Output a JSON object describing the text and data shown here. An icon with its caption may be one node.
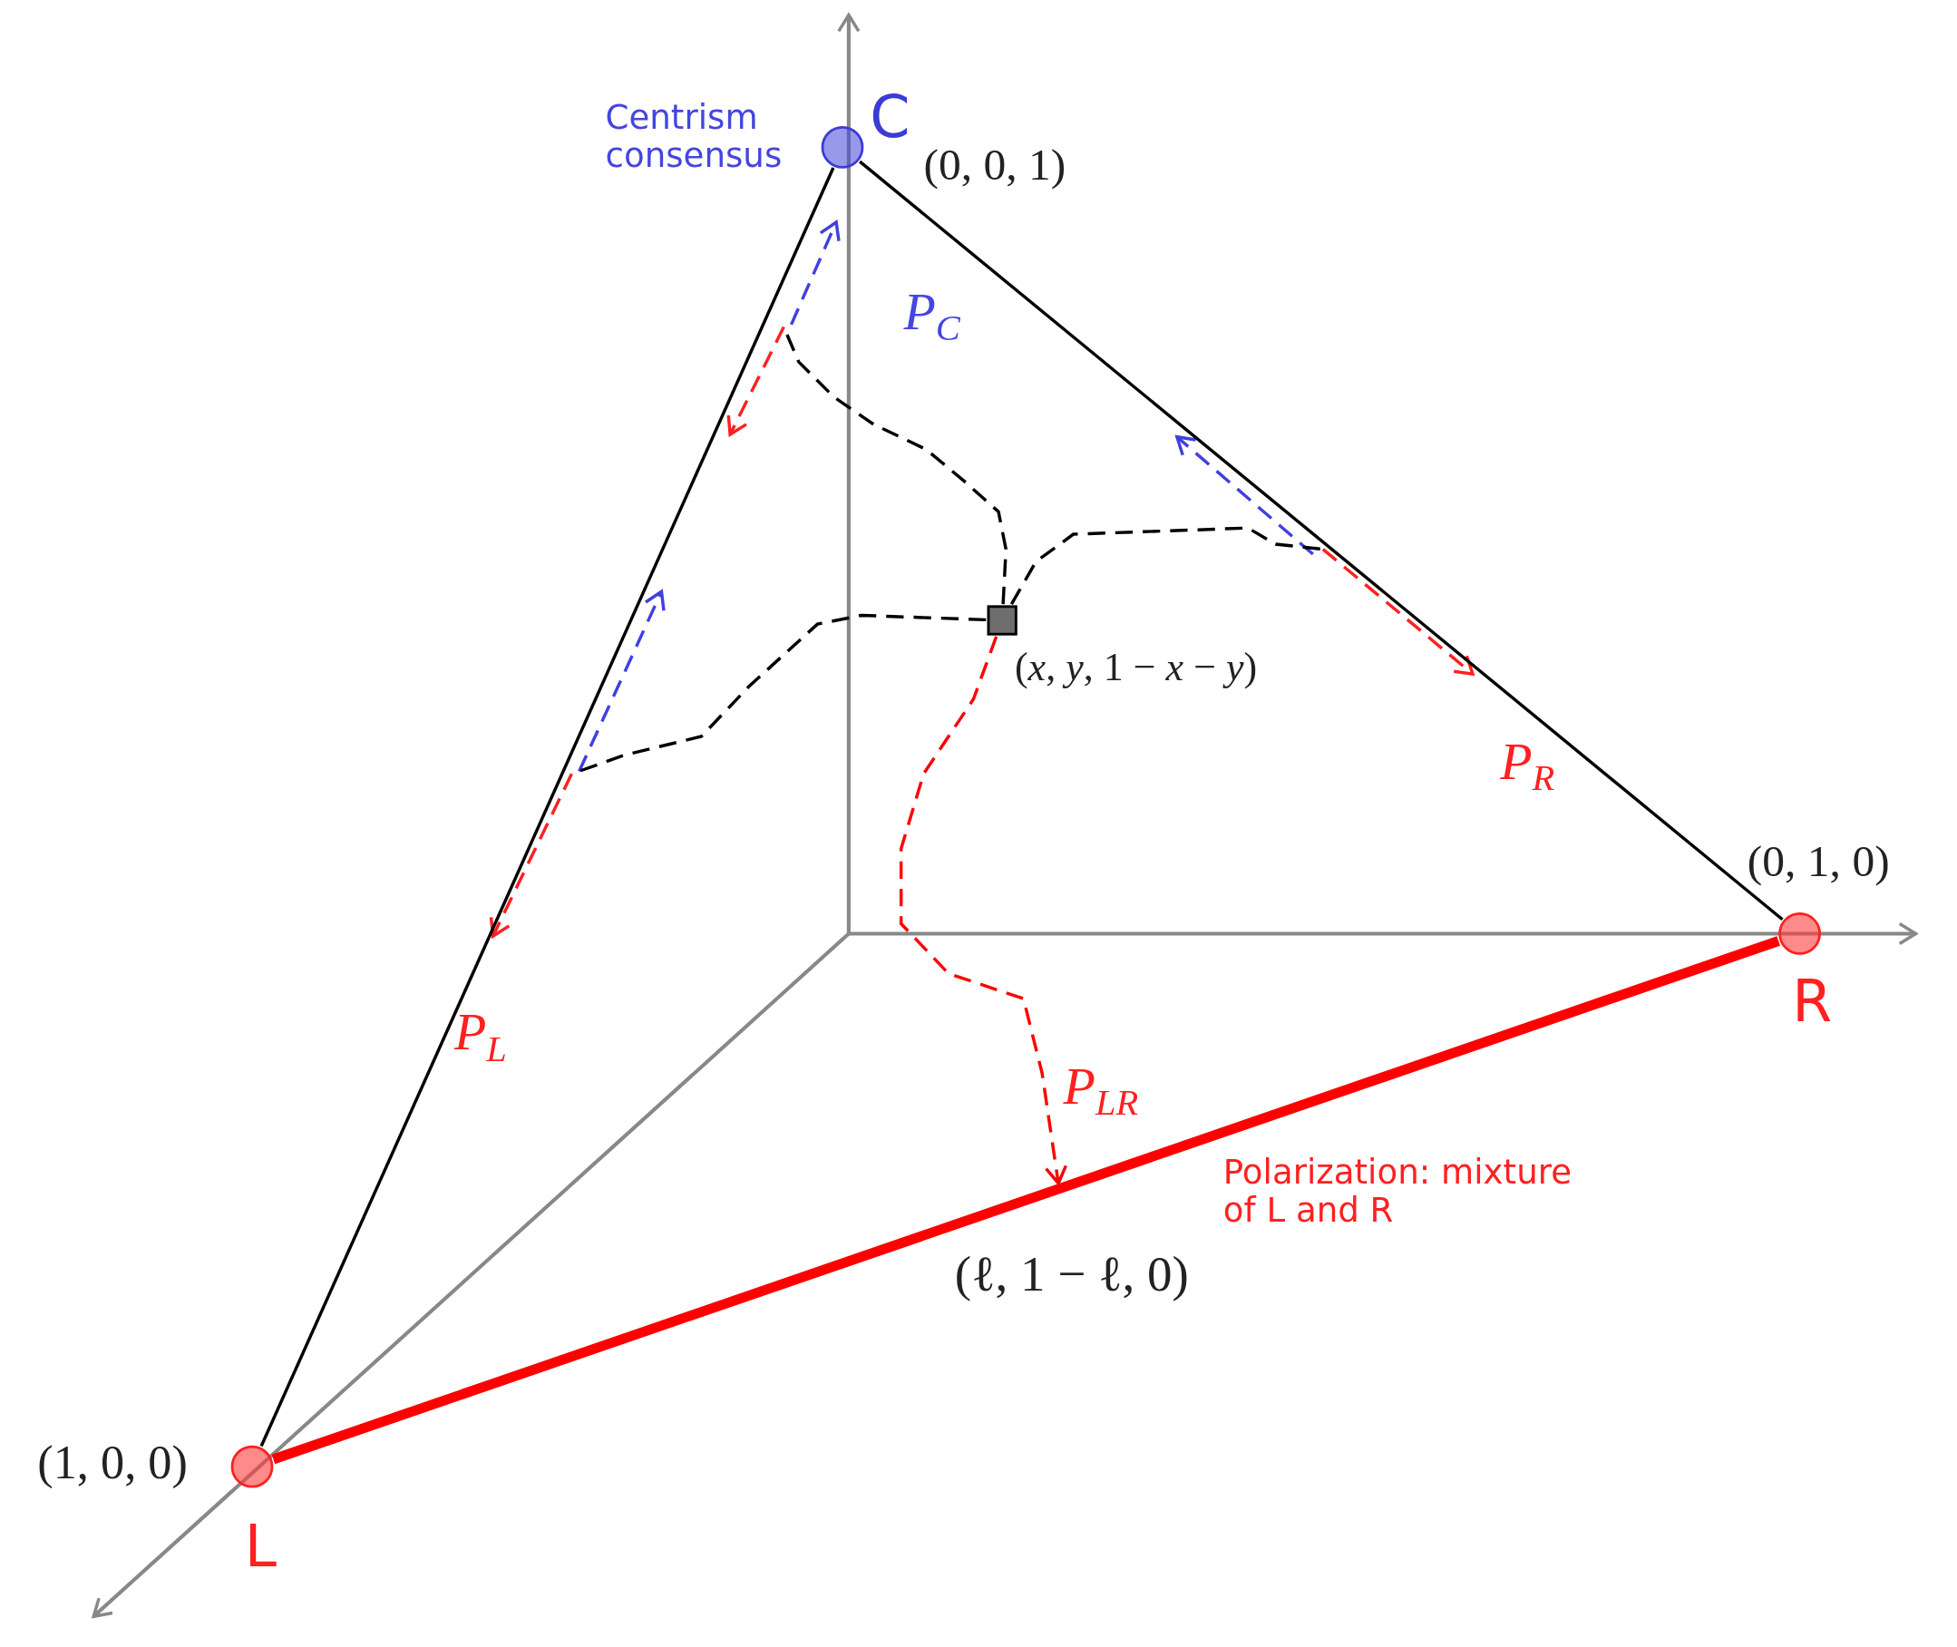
{
  "diagram": {
    "nodes": [
      {
        "text": [],
        "shape": "circle",
        "beside": [
          "Centrism consensus",
          "C",
          "(0, 0, 1)"
        ]
      },
      {
        "text": [],
        "shape": "circle",
        "beside": [
          "(0, 1, 0)",
          "R"
        ]
      },
      {
        "text": [],
        "shape": "circle",
        "beside": [
          "(1, 0, 0)",
          "L"
        ]
      },
      {
        "text": [],
        "shape": "box",
        "beside": [
          "(*x*, *y*, 1 − *x* − *y*)"
        ]
      }
    ],
    "edges": [
      {
        "from": 0,
        "to": 1,
        "arrow": "none"
      },
      {
        "from": 0,
        "to": 2,
        "arrow": "none"
      },
      {
        "from": 2,
        "to": 1,
        "arrow": "none",
        "style": "thick",
        "color": "#ff0000"
      },
      {
        "from": 3,
        "to": null,
        "arrow": "none",
        "style": "dashed"
      },
      {
        "from": 3,
        "to": null,
        "arrow": "none",
        "style": "dashed"
      },
      {
        "from": 3,
        "to": null,
        "arrow": "none",
        "style": "dashed"
      },
      {
        "from": 3,
        "to": null,
        "arrow": "to",
        "style": "dashed",
        "color": "#ff0000"
      }
    ],
    "labels": [
      "P$_{C}$",
      "P$_{R}$",
      "P$_{L}$",
      "P$_{LR}$",
      "Polarization: mixture of L and R",
      "(ℓ, 1 − ℓ, 0)"
    ]
  }
}
